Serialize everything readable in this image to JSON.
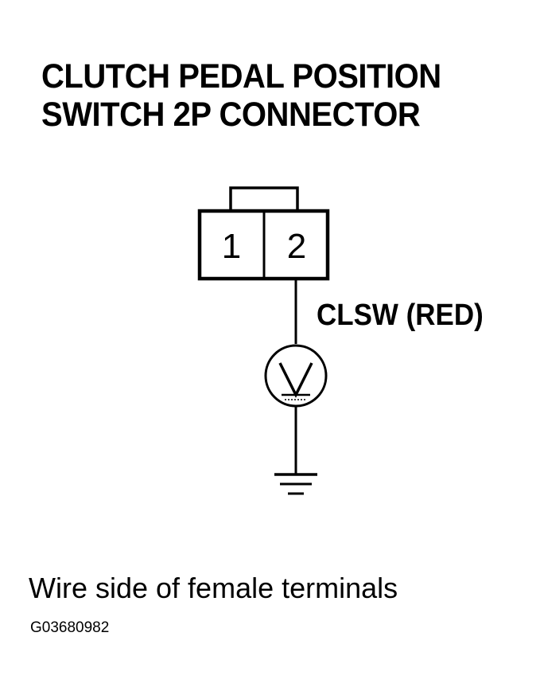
{
  "title": {
    "line1": "CLUTCH PEDAL POSITION",
    "line2": "SWITCH 2P CONNECTOR"
  },
  "connector": {
    "pins": [
      "1",
      "2"
    ]
  },
  "wire": {
    "label": "CLSW (RED)"
  },
  "meter": {
    "symbol": "V",
    "icon": "voltmeter-icon"
  },
  "ground": {
    "icon": "ground-icon"
  },
  "caption": "Wire side of female terminals",
  "figure_id": "G03680982"
}
